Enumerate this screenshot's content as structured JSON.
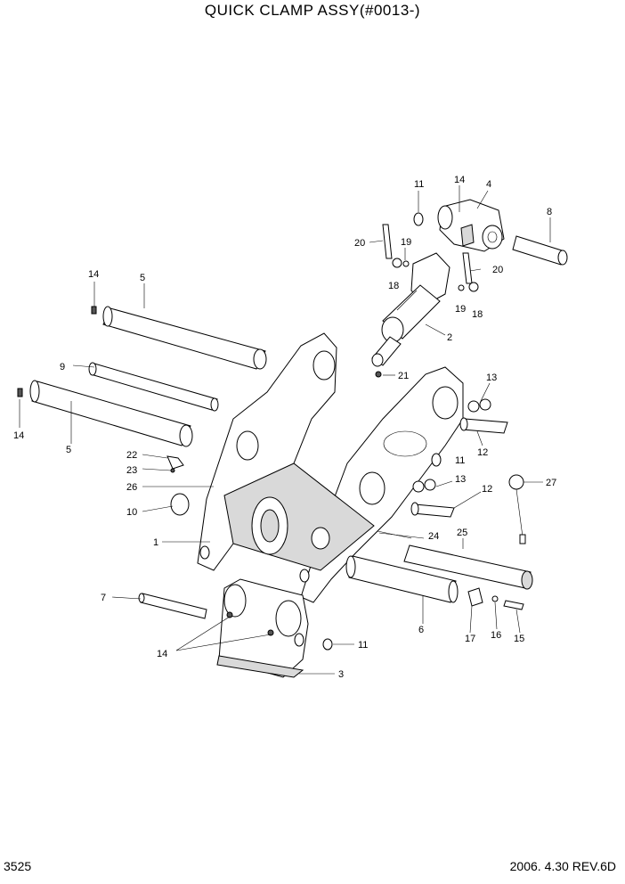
{
  "title": "QUICK CLAMP ASSY(#0013-)",
  "page_number": "3525",
  "revision": "2006. 4.30 REV.6D",
  "callouts": [
    {
      "id": "c11a",
      "text": "11"
    },
    {
      "id": "c14a",
      "text": "14"
    },
    {
      "id": "c4",
      "text": "4"
    },
    {
      "id": "c8",
      "text": "8"
    },
    {
      "id": "c20a",
      "text": "20"
    },
    {
      "id": "c19a",
      "text": "19"
    },
    {
      "id": "c18a",
      "text": "18"
    },
    {
      "id": "c20b",
      "text": "20"
    },
    {
      "id": "c19b",
      "text": "19"
    },
    {
      "id": "c18b",
      "text": "18"
    },
    {
      "id": "c2",
      "text": "2"
    },
    {
      "id": "c14b",
      "text": "14"
    },
    {
      "id": "c5a",
      "text": "5"
    },
    {
      "id": "c9",
      "text": "9"
    },
    {
      "id": "c21",
      "text": "21"
    },
    {
      "id": "c13a",
      "text": "13"
    },
    {
      "id": "c14c",
      "text": "14"
    },
    {
      "id": "c5b",
      "text": "5"
    },
    {
      "id": "c12a",
      "text": "12"
    },
    {
      "id": "c22",
      "text": "22"
    },
    {
      "id": "c11b",
      "text": "11"
    },
    {
      "id": "c23",
      "text": "23"
    },
    {
      "id": "c13b",
      "text": "13"
    },
    {
      "id": "c27",
      "text": "27"
    },
    {
      "id": "c26",
      "text": "26"
    },
    {
      "id": "c12b",
      "text": "12"
    },
    {
      "id": "c10",
      "text": "10"
    },
    {
      "id": "c25",
      "text": "25"
    },
    {
      "id": "c24",
      "text": "24"
    },
    {
      "id": "c1",
      "text": "1"
    },
    {
      "id": "c7",
      "text": "7"
    },
    {
      "id": "c6",
      "text": "6"
    },
    {
      "id": "c17",
      "text": "17"
    },
    {
      "id": "c16",
      "text": "16"
    },
    {
      "id": "c15",
      "text": "15"
    },
    {
      "id": "c11c",
      "text": "11"
    },
    {
      "id": "c14d",
      "text": "14"
    },
    {
      "id": "c3",
      "text": "3"
    }
  ]
}
